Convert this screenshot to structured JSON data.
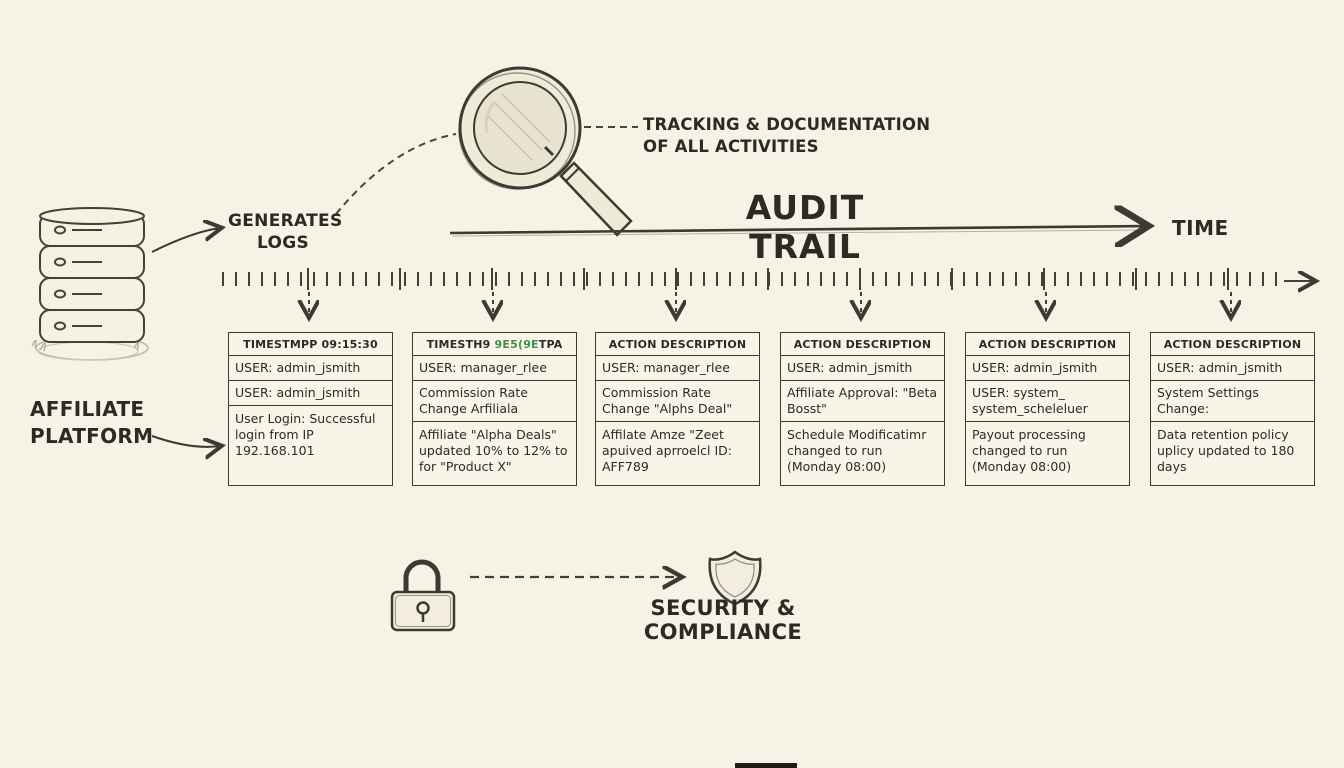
{
  "colors": {
    "background": "#f6f2e5",
    "ink": "#2d2a24",
    "stroke": "#3e3a31",
    "header_accent_green": "#3f8f4e"
  },
  "labels": {
    "title": "AUDIT TRAIL",
    "time": "TIME",
    "tracking_line1": "TRACKING & DOCUMENTATION",
    "tracking_line2": "OF ALL ACTIVITIES",
    "generates_line1": "GENERATES",
    "generates_line2": "LOGS",
    "platform_line1": "AFFILIATE",
    "platform_line2": "PLATFORM",
    "security": "SECURITY & COMPLIANCE"
  },
  "icons": {
    "left_sketch": "database-stack-icon",
    "top_sketch": "magnifier-icon",
    "bottom_left_sketch": "padlock-icon",
    "bottom_right_sketch": "shield-icon"
  },
  "events": [
    {
      "header": "TIMESTMPP 09:15:30",
      "header_accent": "",
      "header_post": "",
      "rows": [
        "USER: admin_jsmith",
        "USER: admin_jsmith"
      ],
      "description": "User Login: Successful login from IP 192.168.101"
    },
    {
      "header": "TIMESTH9 ",
      "header_accent": "9E5(9E",
      "header_post": "TPA",
      "rows": [
        "USER: manager_rlee",
        "Commission Rate Change Arfiliala"
      ],
      "description": "Affiliate \"Alpha Deals\" updated 10% to 12% to for \"Product X\""
    },
    {
      "header": "ACTION DESCRIPTION",
      "header_accent": "",
      "header_post": "",
      "rows": [
        "USER: manager_rlee",
        "Commission Rate Change \"Alphs Deal\""
      ],
      "description": "Affilate Amze \"Zeet apuived aprroelcl ID: AFF789"
    },
    {
      "header": "ACTION DESCRIPTION",
      "header_accent": "",
      "header_post": "",
      "rows": [
        "USER: admin_jsmith",
        "Affiliate Approval: \"Beta Bosst\""
      ],
      "description": "Schedule Modificatimr changed to run (Monday 08:00)"
    },
    {
      "header": "ACTION DESCRIPTION",
      "header_accent": "",
      "header_post": "",
      "rows": [
        "USER: admin_jsmith",
        "USER: system_ system_scheleluer"
      ],
      "description": "Payout processing changed to run (Monday 08:00)"
    },
    {
      "header": "ACTION DESCRIPTION",
      "header_accent": "",
      "header_post": "",
      "rows": [
        "USER: admin_jsmith",
        "System Settings Change:"
      ],
      "description": "Data retention policy uplicy updated to 180 days"
    }
  ]
}
